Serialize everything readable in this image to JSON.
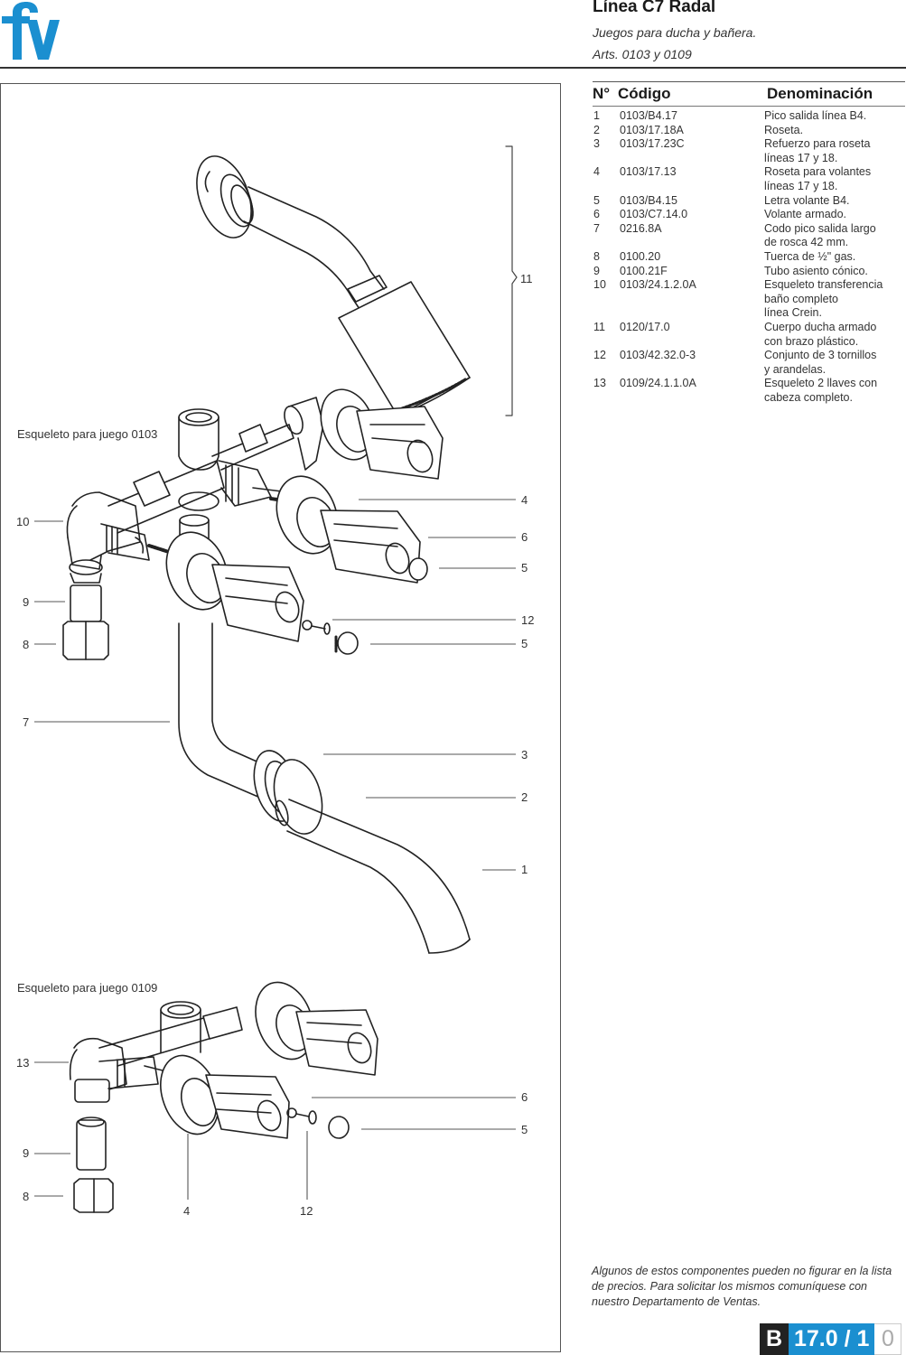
{
  "brand": {
    "logo_text": "fv",
    "logo_color": "#1b8fd0"
  },
  "header": {
    "title": "Línea C7 Radal",
    "subtitle": "Juegos para ducha y bañera.",
    "articles": "Arts. 0103 y 0109"
  },
  "diagram": {
    "caption_top": "Esqueleto para juego 0103",
    "caption_bottom": "Esqueleto para juego 0109",
    "callouts_upper": [
      "11",
      "4",
      "6",
      "5",
      "10",
      "9",
      "8",
      "12",
      "5",
      "7",
      "3",
      "2",
      "1"
    ],
    "callouts_lower": [
      "13",
      "6",
      "5",
      "9",
      "8",
      "4",
      "12"
    ]
  },
  "parts_table": {
    "headers": {
      "num": "N°",
      "code": "Código",
      "name": "Denominación"
    },
    "rows": [
      {
        "num": "1",
        "code": "0103/B4.17",
        "name": "Pico salida línea B4."
      },
      {
        "num": "2",
        "code": "0103/17.18A",
        "name": "Roseta."
      },
      {
        "num": "3",
        "code": "0103/17.23C",
        "name": "Refuerzo para roseta\n líneas 17 y 18."
      },
      {
        "num": "4",
        "code": "0103/17.13",
        "name": "Roseta para volantes\n líneas 17 y 18."
      },
      {
        "num": "5",
        "code": "0103/B4.15",
        "name": "Letra volante B4."
      },
      {
        "num": "6",
        "code": "0103/C7.14.0",
        "name": "Volante armado."
      },
      {
        "num": "7",
        "code": "0216.8A",
        "name": "Codo pico salida largo\n de rosca 42 mm."
      },
      {
        "num": "8",
        "code": "0100.20",
        "name": "Tuerca de ½\" gas."
      },
      {
        "num": "9",
        "code": "0100.21F",
        "name": "Tubo asiento cónico."
      },
      {
        "num": "10",
        "code": "0103/24.1.2.0A",
        "name": "Esqueleto transferencia\n baño completo\n línea Crein."
      },
      {
        "num": "11",
        "code": "0120/17.0",
        "name": "Cuerpo ducha armado\n con brazo plástico."
      },
      {
        "num": "12",
        "code": "0103/42.32.0-3",
        "name": "Conjunto de 3 tornillos\n y arandelas."
      },
      {
        "num": "13",
        "code": "0109/24.1.1.0A",
        "name": "Esqueleto 2 llaves con\n cabeza completo."
      }
    ]
  },
  "footer": {
    "note": "Algunos de estos componentes pueden no figurar en la lista de precios. Para solicitar los mismos comuníquese con nuestro Departamento de Ventas.",
    "page_section": "B",
    "page_number": "17.0 / 1",
    "page_suffix": "0"
  }
}
